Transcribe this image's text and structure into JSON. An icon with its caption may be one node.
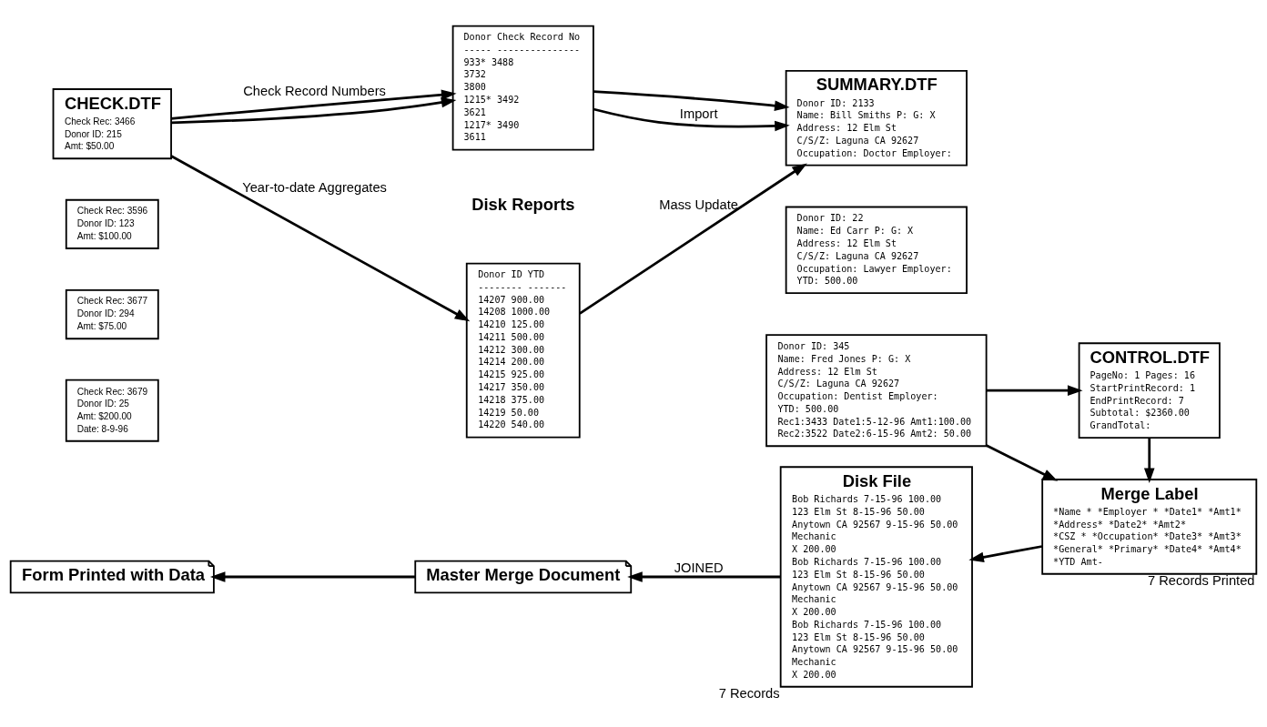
{
  "diagram": {
    "nodes": [
      {
        "text": [
          "CHECK.DTF",
          "Check Rec: 3466",
          "Donor ID: 215",
          "Amt: $50.00"
        ]
      },
      {
        "text": [
          "Check Rec: 3596",
          "Donor ID: 123",
          "Amt: $100.00"
        ]
      },
      {
        "text": [
          "Check Rec: 3677",
          "Donor ID: 294",
          "Amt: $75.00"
        ]
      },
      {
        "text": [
          "Check Rec: 3679",
          "Donor ID: 25",
          "Amt: $200.00",
          "Date: 8-9-96"
        ]
      },
      {
        "text": [
          "Donor Check Record No",
          "----- ---------------",
          "933* 3488",
          "3732",
          "3800",
          "1215* 3492",
          "3621",
          "1217* 3490",
          "3611"
        ]
      },
      {
        "text": [
          "Donor ID YTD",
          "-------- -------",
          "14207 900.00",
          "14208 1000.00",
          "14210 125.00",
          "14211 500.00",
          "14212 300.00",
          "14214 200.00",
          "14215 925.00",
          "14217 350.00",
          "14218 375.00",
          "14219 50.00",
          "14220 540.00"
        ]
      },
      {
        "text": [
          "SUMMARY.DTF",
          "Donor ID: 2133",
          "Name: Bill Smiths P: G: X",
          "Address: 12 Elm St",
          "C/S/Z: Laguna CA 92627",
          "Occupation: Doctor Employer:"
        ]
      },
      {
        "text": [
          "Donor ID: 22",
          "Name: Ed Carr P: G: X",
          "Address: 12 Elm St",
          "C/S/Z: Laguna CA 92627",
          "Occupation: Lawyer Employer:",
          "YTD: 500.00"
        ]
      },
      {
        "text": [
          "Donor ID: 345",
          "Name: Fred Jones P: G: X",
          "Address: 12 Elm St",
          "C/S/Z: Laguna CA 92627",
          "Occupation: Dentist Employer:",
          "YTD: 500.00",
          "Rec1:3433 Date1:5-12-96 Amt1:100.00",
          "Rec2:3522 Date2:6-15-96 Amt2: 50.00"
        ]
      },
      {
        "text": [
          "CONTROL.DTF",
          "PageNo: 1 Pages: 16",
          "StartPrintRecord: 1",
          "EndPrintRecord: 7",
          "Subtotal: $2360.00",
          "GrandTotal:"
        ]
      },
      {
        "text": [
          "Merge Label",
          "*Name * *Employer * *Date1* *Amt1*",
          "*Address* *Date2* *Amt2*",
          "*CSZ * *Occupation* *Date3* *Amt3*",
          "*General* *Primary* *Date4* *Amt4*",
          "*YTD Amt-"
        ],
        "beside": [
          "7 Records Printed"
        ]
      },
      {
        "text": [
          "Disk File",
          "Bob Richards 7-15-96 100.00",
          "123 Elm St 8-15-96 50.00",
          "Anytown CA 92567 9-15-96 50.00",
          "Mechanic",
          "X 200.00",
          "Bob Richards 7-15-96 100.00",
          "123 Elm St 8-15-96 50.00",
          "Anytown CA 92567 9-15-96 50.00",
          "Mechanic",
          "X 200.00",
          "Bob Richards 7-15-96 100.00",
          "123 Elm St 8-15-96 50.00",
          "Anytown CA 92567 9-15-96 50.00",
          "Mechanic",
          "X 200.00"
        ],
        "beside": [
          "7 Records"
        ]
      },
      {
        "text": [
          "Master Merge Document"
        ]
      },
      {
        "text": [
          "Form Printed with Data"
        ]
      }
    ],
    "edges": [
      {
        "from": 0,
        "to": 4,
        "arrow": "to",
        "label": "Check Record Numbers"
      },
      {
        "from": 0,
        "to": 5,
        "arrow": "to",
        "label": "Year-to-date Aggregates"
      },
      {
        "from": 0,
        "to": 4,
        "arrow": "to"
      },
      {
        "from": 4,
        "to": 6,
        "arrow": "to"
      },
      {
        "from": 4,
        "to": 6,
        "arrow": "to",
        "label": "Import"
      },
      {
        "from": 5,
        "to": 6,
        "arrow": "to",
        "label": "Mass Update"
      },
      {
        "from": 8,
        "to": 10,
        "arrow": "to"
      },
      {
        "from": 8,
        "to": 9,
        "arrow": "to"
      },
      {
        "from": 9,
        "to": 10,
        "arrow": "to"
      },
      {
        "from": 10,
        "to": 11,
        "arrow": "to"
      },
      {
        "from": 11,
        "to": 12,
        "arrow": "to",
        "label": "JOINED"
      },
      {
        "from": 12,
        "to": 13,
        "arrow": "to"
      }
    ],
    "labels": [
      "Disk Reports"
    ]
  }
}
